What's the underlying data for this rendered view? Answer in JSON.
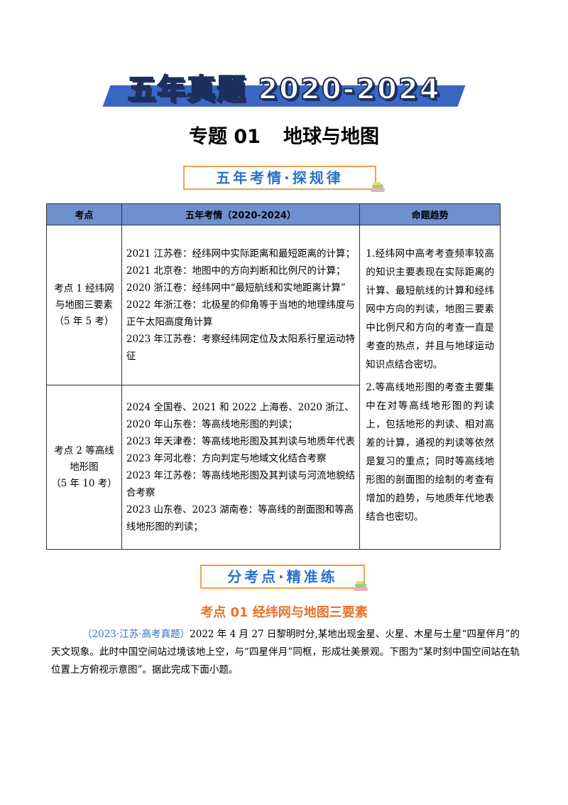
{
  "banner": {
    "text": "五年真题 2020-2024"
  },
  "subject": {
    "label": "专题 01",
    "title": "地球与地图"
  },
  "section1": {
    "title": "五年考情·探规律"
  },
  "table": {
    "headers": [
      "考点",
      "五年考情（2020-2024）",
      "命题趋势"
    ],
    "rows": [
      {
        "point": [
          "考点 1 经纬网",
          "与地图三要素",
          "（5 年 5 考）"
        ],
        "items": [
          "2021 江苏卷：经纬网中实际距离和最短距离的计算；",
          "2021 北京卷：地图中的方向判断和比例尺的计算；",
          "2020 浙江卷：经纬网中“最短航线和实地距离计算”",
          "2022 年浙江卷：北极星的仰角等于当地的地理纬度与正午太阳高度角计算",
          "2023 年江苏卷：考察经纬网定位及太阳系行星运动特征"
        ]
      },
      {
        "point": [
          "考点 2 等高线",
          "地形图",
          "（5 年 10 考）"
        ],
        "items": [
          "2024 全国卷、2021 和 2022 上海卷、2020 浙江、2020 年山东卷：等高线地形图的判读；",
          "2023 年天津卷：等高线地形图及其判读与地质年代表",
          "2023 年河北卷：方向判定与地域文化结合考察",
          "2023 年江苏卷：等高线地形图及其判读与河流地貌结合考察",
          "2023 山东卷、2023 湖南卷：等高线的剖面图和等高线地形图的判读；"
        ]
      }
    ],
    "trend": [
      "1.经纬网中高考考查频率较高的知识主要表现在实际距离的计算、最短航线的计算和经纬网中方向的判读，地图三要素中比例尺和方向的考查一直是考查的热点，并且与地球运动知识点结合密切。",
      "2.等高线地形图的考查主要集中在对等高线地形图的判读上，包括地形的判读、相对高差的计算，通视的判读等依然是复习的重点；同时等高线地形图的剖面图的绘制的考查有增加的趋势，与地质年代地表结合也密切。"
    ]
  },
  "section2": {
    "title": "分考点·精准练"
  },
  "kp_heading": "考点 01  经纬网与地图三要素",
  "question": {
    "source": "（2023·江苏·高考真题）",
    "text": "2022 年 4 月 27 日黎明时分,某地出现金星、火星、木星与土星“四星伴月”的天文现象。此时中国空间站过境该地上空，与“四星伴月”同框，形成壮美景观。下图为“某时刻中国空间站在轨位置上方俯视示意图”。据此完成下面小题。"
  }
}
